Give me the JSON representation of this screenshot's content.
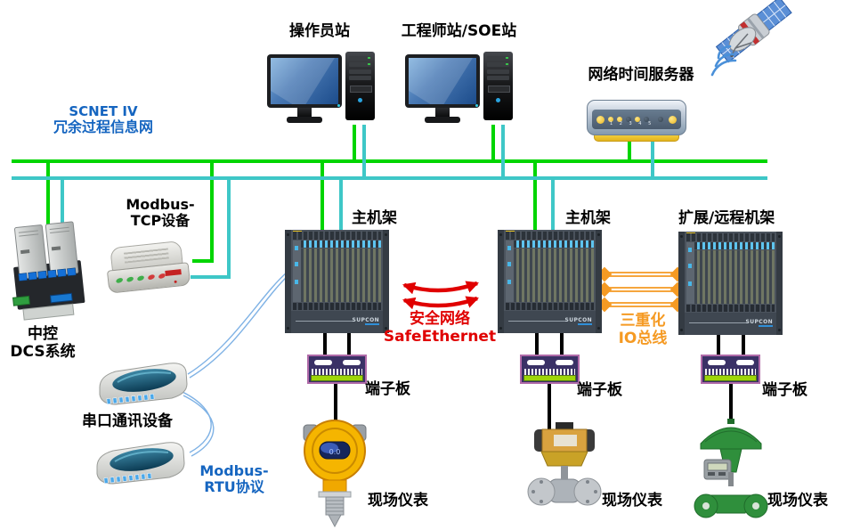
{
  "diagram": {
    "stations": {
      "operator": "操作员站",
      "engineer": "工程师站/SOE站"
    },
    "time_server": {
      "label": "网络时间服务器",
      "led_digits": "1 2 3 4 5"
    },
    "networks": {
      "scnet_line1": "SCNET IV",
      "scnet_line2": "冗余过程信息网",
      "safe_line1": "安全网络",
      "safe_line2": "SafeEthernet",
      "triple_line1": "三重化",
      "triple_line2": "IO总线",
      "modbus_tcp_line1": "Modbus-",
      "modbus_tcp_line2": "TCP设备",
      "modbus_rtu_line1": "Modbus-",
      "modbus_rtu_line2": "RTU协议"
    },
    "devices": {
      "dcs_line1": "中控",
      "dcs_line2": "DCS系统",
      "serial_label": "串口通讯设备",
      "terminal_board": "端子板",
      "field_instrument": "现场仪表",
      "transmitter_display": "0.0"
    },
    "racks": {
      "main1": "主机架",
      "main2": "主机架",
      "extension": "扩展/远程机架",
      "brand": "SUPCON"
    },
    "colors": {
      "bus_green": "#00D500",
      "bus_cyan": "#3EC7C7",
      "label_blue": "#1565C0",
      "label_red": "#E00000",
      "label_orange": "#F59A23"
    }
  }
}
